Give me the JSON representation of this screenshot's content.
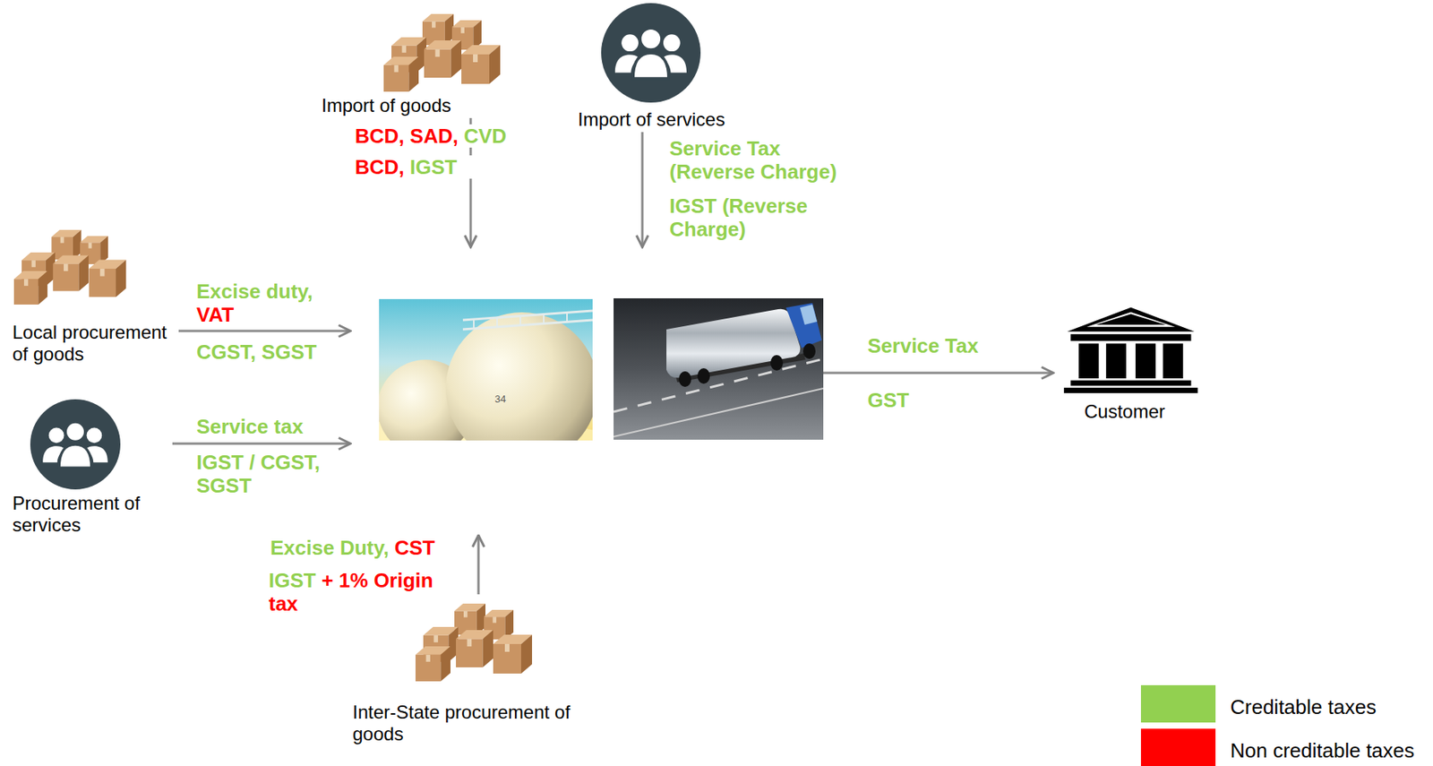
{
  "diagram": {
    "nodes": [
      {
        "text": [
          "Import of goods"
        ]
      },
      {
        "text": [
          "Import of services"
        ]
      },
      {
        "text": [
          "Local procurement of goods"
        ]
      },
      {
        "text": [
          "34"
        ]
      },
      {
        "text": [
          "Customer"
        ]
      },
      {
        "text": [
          "Procurement of services"
        ]
      },
      {
        "text": [
          "Inter-State procurement of goods"
        ]
      }
    ],
    "edges": [
      {
        "from": 0,
        "to": 3,
        "label": "BCD, SAD, CVD",
        "arrow": "to"
      },
      {
        "from": 1,
        "to": 3,
        "label": "Service Tax (Reverse Charge)",
        "arrow": "to"
      },
      {
        "from": 2,
        "to": 3,
        "label": "Excise duty, VAT",
        "arrow": "to"
      },
      {
        "from": 3,
        "to": 4,
        "label": "Service Tax",
        "arrow": "to"
      },
      {
        "from": 5,
        "to": 3,
        "label": "Service tax",
        "arrow": "to"
      },
      {
        "from": 6,
        "to": 3,
        "label": "Excise Duty, CST",
        "arrow": "to"
      }
    ],
    "labels": [
      "BCD, IGST",
      "IGST (Reverse Charge)",
      "CGST, SGST",
      "GST",
      "IGST / CGST, SGST",
      "IGST + 1% Origin tax"
    ],
    "legend": [
      {
        "text": "Creditable taxes",
        "color": "#92d050"
      },
      {
        "text": "Non creditable taxes",
        "color": "#ff0000"
      }
    ]
  }
}
